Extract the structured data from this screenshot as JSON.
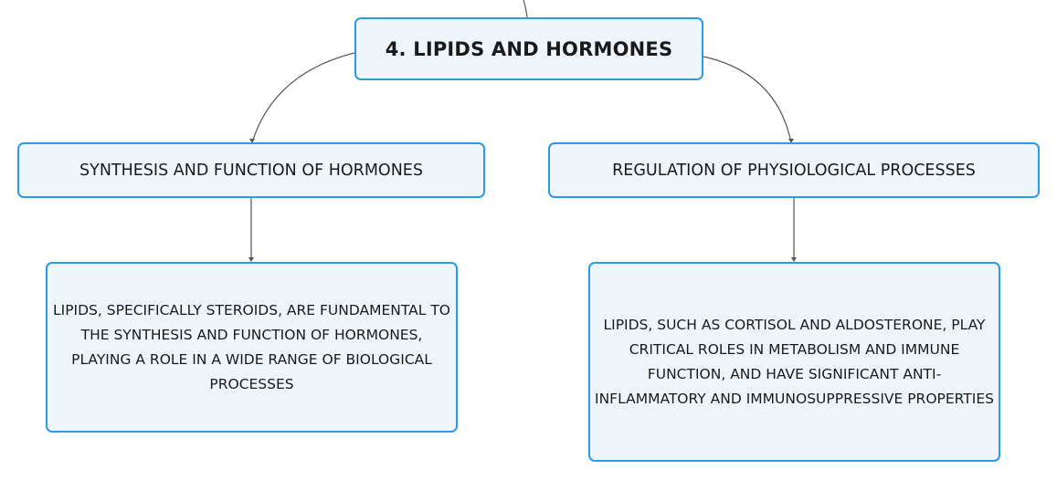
{
  "root": {
    "label": "4. LIPIDS AND HORMONES"
  },
  "branches": [
    {
      "label": "SYNTHESIS AND FUNCTION OF HORMONES",
      "detail": "LIPIDS, SPECIFICALLY STEROIDS, ARE FUNDAMENTAL TO THE SYNTHESIS AND FUNCTION OF HORMONES, PLAYING A ROLE IN A WIDE RANGE OF BIOLOGICAL PROCESSES"
    },
    {
      "label": "REGULATION OF PHYSIOLOGICAL PROCESSES",
      "detail": "LIPIDS, SUCH AS CORTISOL AND ALDOSTERONE, PLAY CRITICAL ROLES IN METABOLISM AND IMMUNE FUNCTION, AND HAVE SIGNIFICANT ANTI-INFLAMMATORY AND IMMUNOSUPPRESSIVE PROPERTIES"
    }
  ],
  "colors": {
    "node_border": "#2d9ae6",
    "node_fill": "#eef6fc",
    "connector": "#555555"
  }
}
